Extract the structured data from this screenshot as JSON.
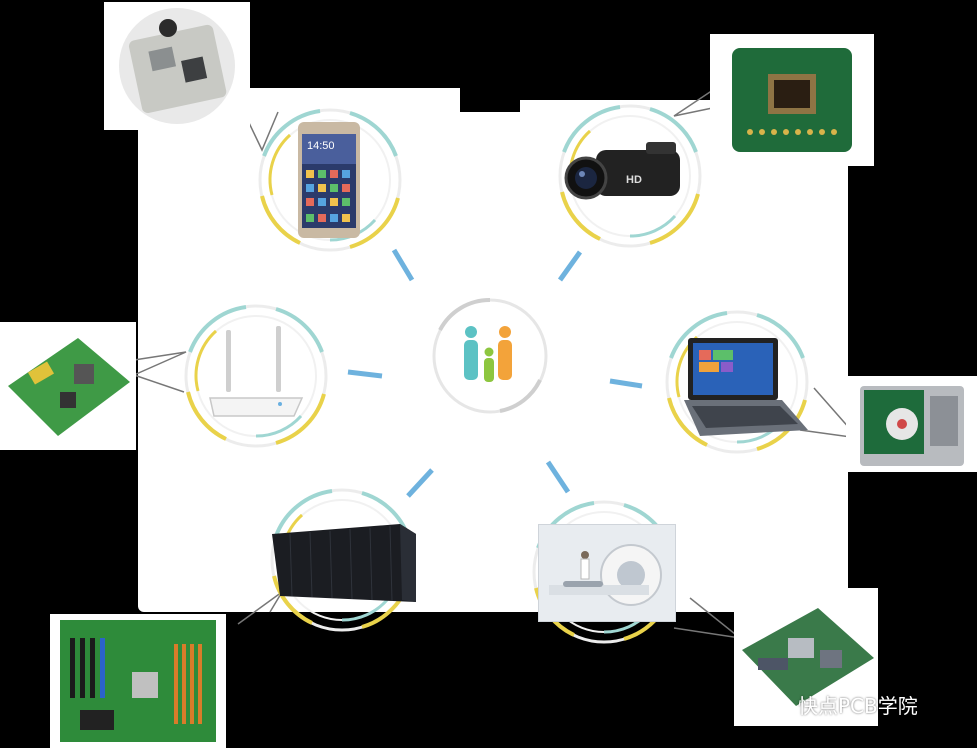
{
  "watermark": {
    "text": "快点PCB学院",
    "icon": "wechat-icon"
  },
  "center": {
    "icon": "family-icon"
  },
  "nodes": [
    {
      "id": "smartphone",
      "icon": "smartphone-icon",
      "board": "phone-pcb-icon",
      "screen_time": "14:50"
    },
    {
      "id": "camcorder",
      "icon": "camcorder-icon",
      "board": "camera-sensor-pcb-icon",
      "badge": "HD"
    },
    {
      "id": "router",
      "icon": "wifi-router-icon",
      "board": "router-pcb-icon"
    },
    {
      "id": "tablet",
      "icon": "tablet-icon",
      "board": "hard-drive-icon"
    },
    {
      "id": "server",
      "icon": "server-rack-icon",
      "board": "motherboard-icon"
    },
    {
      "id": "medical",
      "icon": "mri-scanner-icon",
      "board": "embedded-board-icon"
    }
  ],
  "colors": {
    "ring_yellow": "#e9d24a",
    "ring_teal": "#9fd6d2",
    "ring_grey": "#d9d9d9",
    "connector_blue": "#4a9fd6",
    "pcb_green": "#2e8b3a"
  }
}
